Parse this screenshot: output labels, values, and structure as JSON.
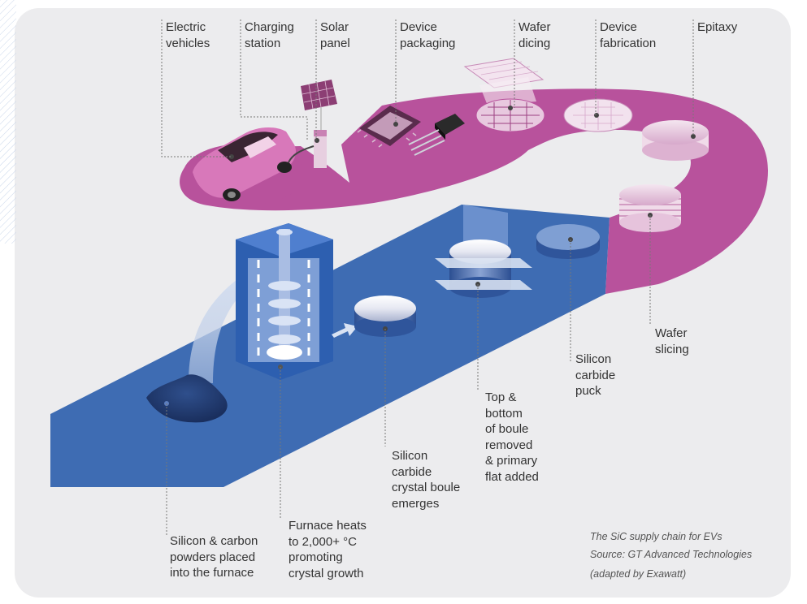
{
  "labels": {
    "electric_vehicles": "Electric\nvehicles",
    "charging_station": "Charging\nstation",
    "solar_panel": "Solar\npanel",
    "device_packaging": "Device\npackaging",
    "wafer_dicing": "Wafer\ndicing",
    "device_fabrication": "Device\nfabrication",
    "epitaxy": "Epitaxy",
    "wafer_slicing": "Wafer\nslicing",
    "sic_puck": "Silicon\ncarbide\npuck",
    "boule_trim": "Top &\nbottom\nof boule\nremoved\n& primary\nflat added",
    "boule_emerges": "Silicon\ncarbide\ncrystal boule\nemerges",
    "furnace_heats": "Furnace heats\nto 2,000+ °C\npromoting\ncrystal growth",
    "powders": "Silicon & carbon\npowders placed\ninto the furnace"
  },
  "caption": {
    "line1": "The SiC supply chain for EVs",
    "line2": "Source: GT Advanced Technologies",
    "line3": "(adapted by Exawatt)"
  },
  "colors": {
    "background": "#ececee",
    "blue_path": "#3e6cb3",
    "magenta_path": "#b8529c",
    "leader_line": "#777777",
    "text": "#333333"
  }
}
